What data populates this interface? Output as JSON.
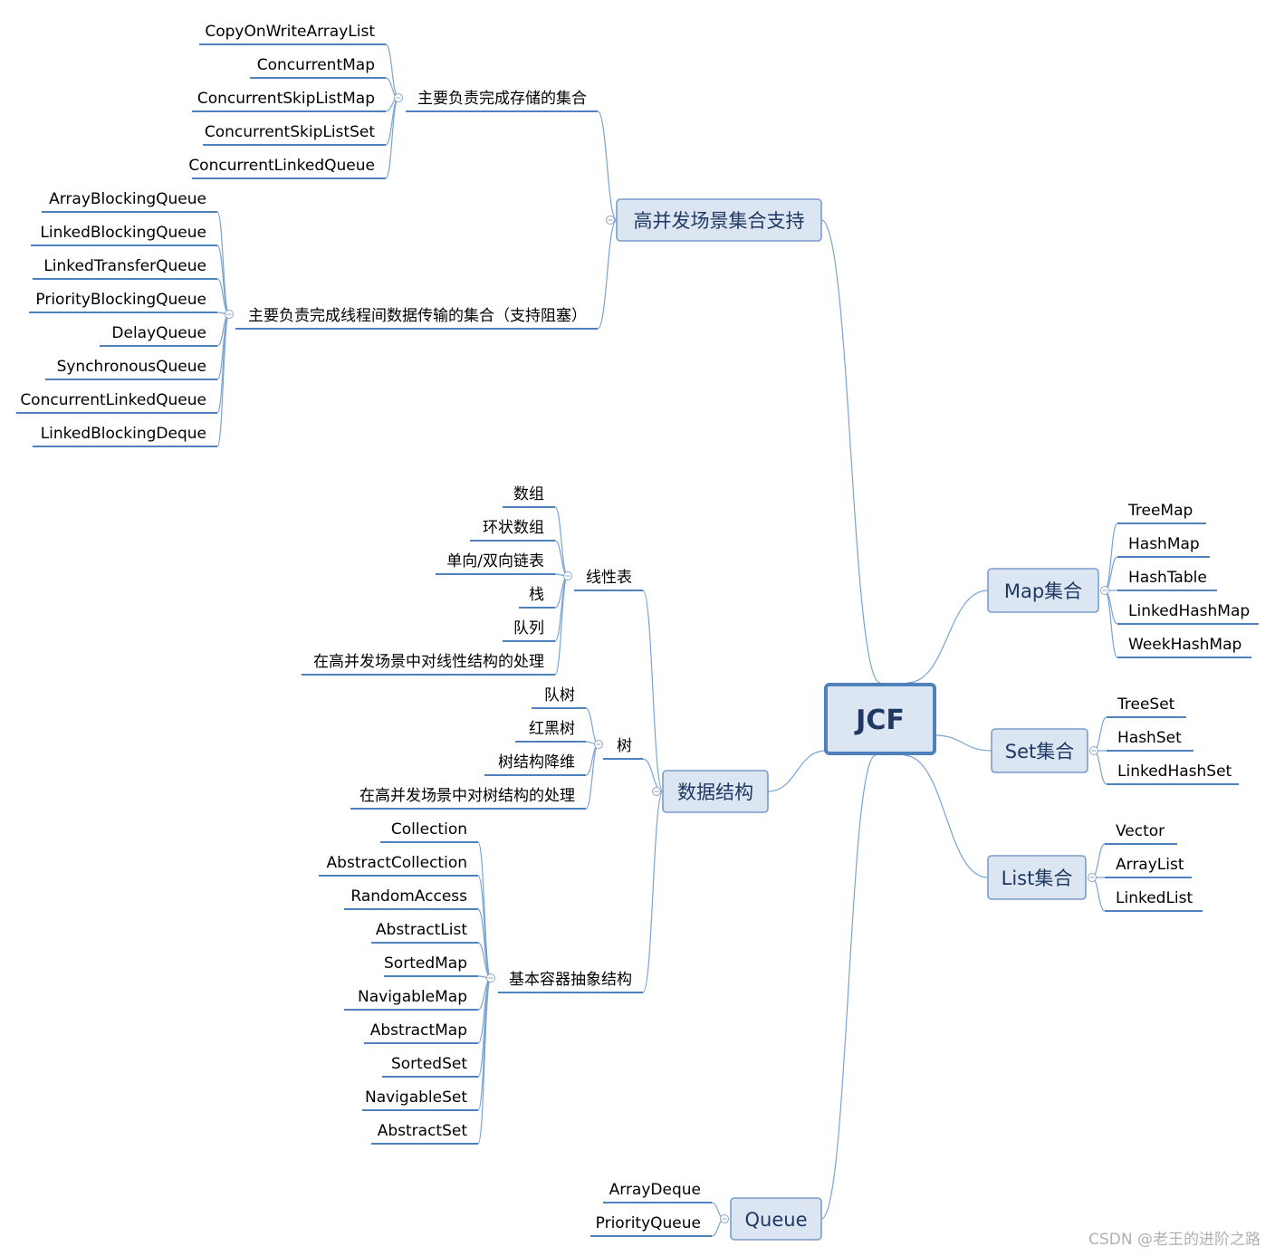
{
  "root": "JCF",
  "branches": {
    "concurrent": {
      "label": "高并发场景集合支持",
      "storage": {
        "label": "主要负责完成存储的集合",
        "items": [
          "CopyOnWriteArrayList",
          "ConcurrentMap",
          "ConcurrentSkipListMap",
          "ConcurrentSkipListSet",
          "ConcurrentLinkedQueue"
        ]
      },
      "transfer": {
        "label": "主要负责完成线程间数据传输的集合（支持阻塞）",
        "items": [
          "ArrayBlockingQueue",
          "LinkedBlockingQueue",
          "LinkedTransferQueue",
          "PriorityBlockingQueue",
          "DelayQueue",
          "SynchronousQueue",
          "ConcurrentLinkedQueue",
          "LinkedBlockingDeque"
        ]
      }
    },
    "ds": {
      "label": "数据结构",
      "linear": {
        "label": "线性表",
        "items": [
          "数组",
          "环状数组",
          "单向/双向链表",
          "栈",
          "队列",
          "在高并发场景中对线性结构的处理"
        ]
      },
      "tree": {
        "label": "树",
        "items": [
          "队树",
          "红黑树",
          "树结构降维",
          "在高并发场景中对树结构的处理"
        ]
      },
      "abstract": {
        "label": "基本容器抽象结构",
        "items": [
          "Collection",
          "AbstractCollection",
          "RandomAccess",
          "AbstractList",
          "SortedMap",
          "NavigableMap",
          "AbstractMap",
          "SortedSet",
          "NavigableSet",
          "AbstractSet"
        ]
      }
    },
    "queue": {
      "label": "Queue",
      "items": [
        "ArrayDeque",
        "PriorityQueue"
      ]
    },
    "map": {
      "label": "Map集合",
      "items": [
        "TreeMap",
        "HashMap",
        "HashTable",
        "LinkedHashMap",
        "WeekHashMap"
      ]
    },
    "set": {
      "label": "Set集合",
      "items": [
        "TreeSet",
        "HashSet",
        "LinkedHashSet"
      ]
    },
    "list": {
      "label": "List集合",
      "items": [
        "Vector",
        "ArrayList",
        "LinkedList"
      ]
    }
  },
  "watermark": "CSDN @老王的进阶之路",
  "colors": {
    "node_fill": "#dce6f2",
    "node_border": "#7a9cc9",
    "root_border": "#4f81bd",
    "underline": "#4f81bd",
    "connector": "#7aa3d1",
    "node_text": "#1f3864"
  }
}
